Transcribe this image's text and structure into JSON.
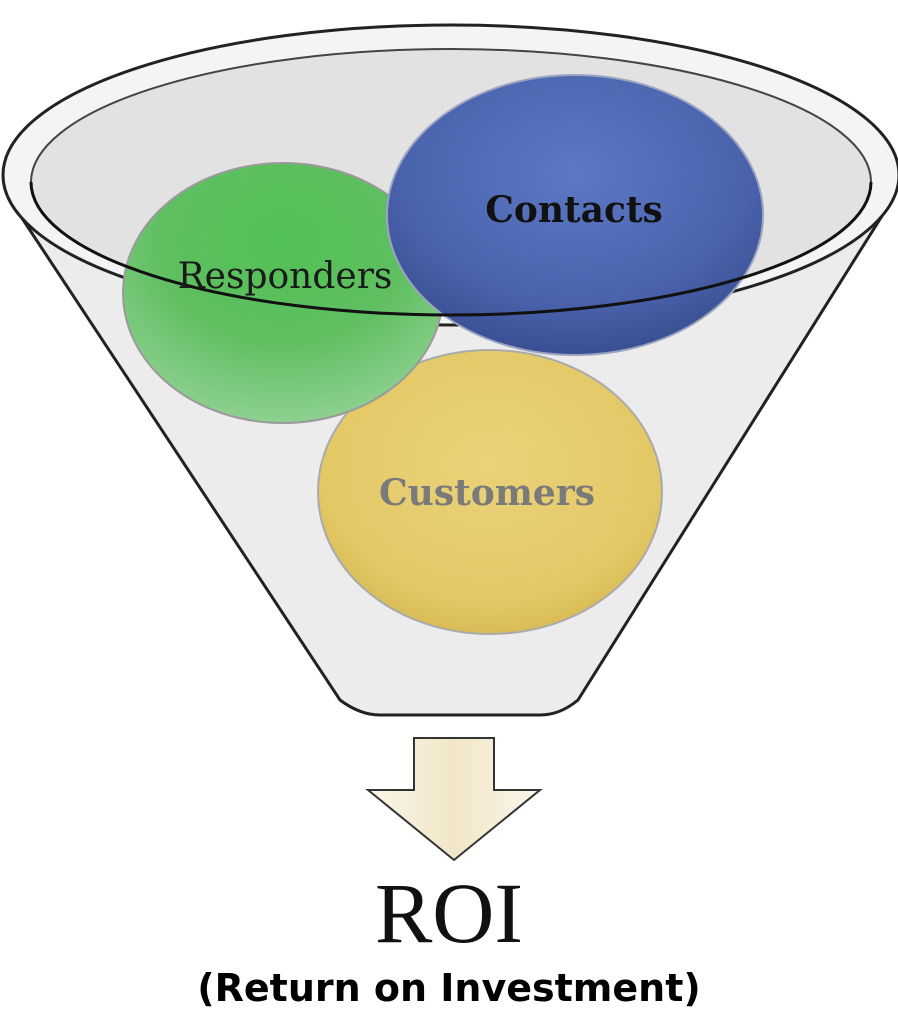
{
  "diagram": {
    "stages": [
      {
        "label": "Contacts",
        "color": "#4a63ad",
        "text_color": "#111111"
      },
      {
        "label": "Responders",
        "color": "#4cb84e",
        "text_color": "#1a1a1a"
      },
      {
        "label": "Customers",
        "color": "#e6cc6c",
        "text_color": "#7a7a7a"
      }
    ],
    "funnel_fill": "#ececec",
    "arrow_fill": "#f6eed9",
    "outcome": {
      "title": "ROI",
      "subtitle": "(Return on Investment)"
    }
  }
}
